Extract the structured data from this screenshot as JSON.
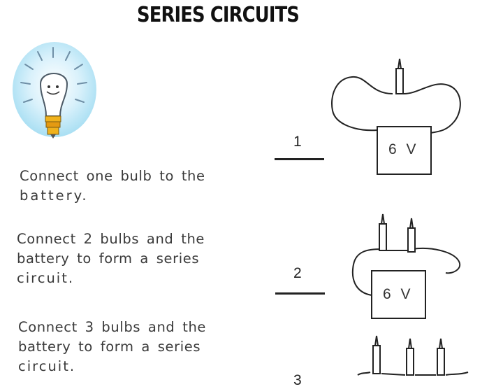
{
  "header": {
    "title": "SERIES CIRCUITS"
  },
  "instructions": [
    {
      "number": "1",
      "lines": [
        "Connect one bulb to the",
        "battery."
      ]
    },
    {
      "number": "2",
      "lines": [
        "Connect 2 bulbs and the",
        "battery to form a series",
        "circuit."
      ]
    },
    {
      "number": "3",
      "lines": [
        "Connect 3 bulbs and the",
        "battery to form a series",
        "circuit."
      ]
    }
  ],
  "circuits": [
    {
      "bulbs": 1,
      "battery_label": "6 V"
    },
    {
      "bulbs": 2,
      "battery_label": "6 V"
    },
    {
      "bulbs": 3
    }
  ]
}
